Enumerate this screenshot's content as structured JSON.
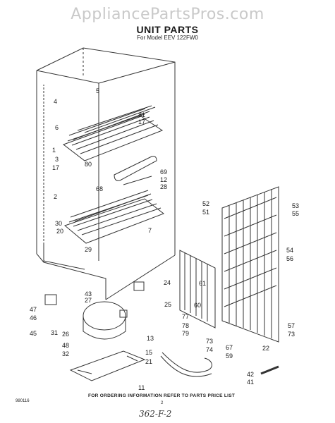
{
  "watermark": "AppliancePartsPros.com",
  "header": {
    "title": "UNIT PARTS",
    "subtitle": "For Model EEV 122FW0"
  },
  "footer": {
    "ordering_note": "FOR ORDERING INFORMATION REFER TO PARTS PRICE LIST",
    "code": "980116",
    "page": "2",
    "handwritten": "362-F-2"
  },
  "callouts": [
    "5",
    "4",
    "6",
    "81",
    "17",
    "1",
    "3",
    "80",
    "69",
    "12",
    "17",
    "28",
    "68",
    "2",
    "7",
    "30",
    "20",
    "29",
    "52",
    "51",
    "53",
    "55",
    "54",
    "56",
    "24",
    "25",
    "61",
    "60",
    "43",
    "47",
    "46",
    "27",
    "77",
    "78",
    "79",
    "26",
    "45",
    "31",
    "13",
    "48",
    "15",
    "73",
    "74",
    "57",
    "73",
    "22",
    "32",
    "21",
    "67",
    "59",
    "42",
    "41",
    "11"
  ]
}
